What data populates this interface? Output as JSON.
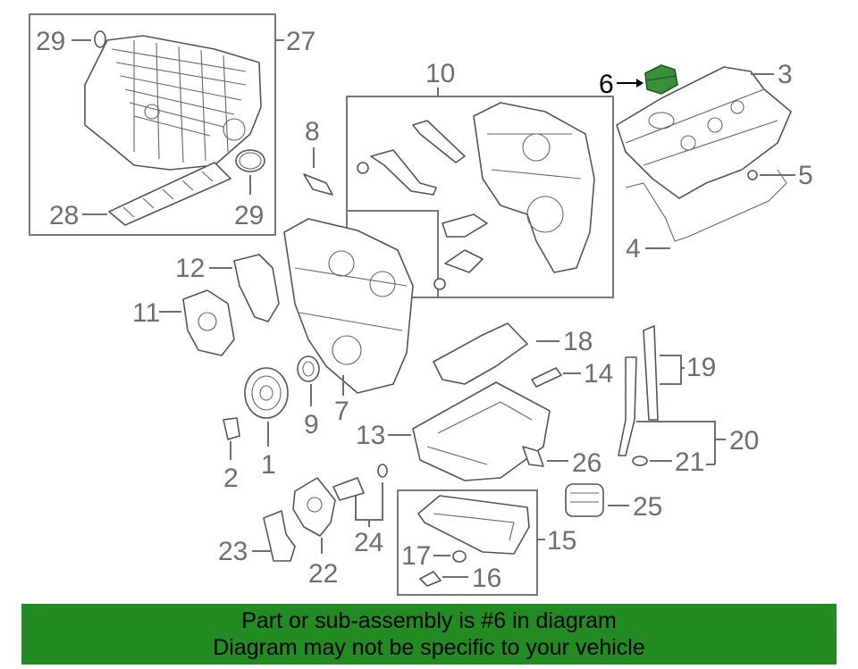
{
  "banner": {
    "line1": "Part or sub-assembly is #6 in diagram",
    "line2": "Diagram may not be specific to your vehicle"
  },
  "highlighted_part": "6",
  "colors": {
    "highlight_part": "#3a8f3a",
    "banner": "#228b22",
    "label": "#6e6e6e"
  },
  "labels": {
    "p1": "1",
    "p2": "2",
    "p3": "3",
    "p4": "4",
    "p5": "5",
    "p6": "6",
    "p7": "7",
    "p8": "8",
    "p9": "9",
    "p10": "10",
    "p11": "11",
    "p12": "12",
    "p13": "13",
    "p14": "14",
    "p15": "15",
    "p16": "16",
    "p17": "17",
    "p18": "18",
    "p19": "19",
    "p20": "20",
    "p21": "21",
    "p22": "22",
    "p23": "23",
    "p24": "24",
    "p25": "25",
    "p26": "26",
    "p27": "27",
    "p28": "28",
    "p29a": "29",
    "p29b": "29"
  }
}
